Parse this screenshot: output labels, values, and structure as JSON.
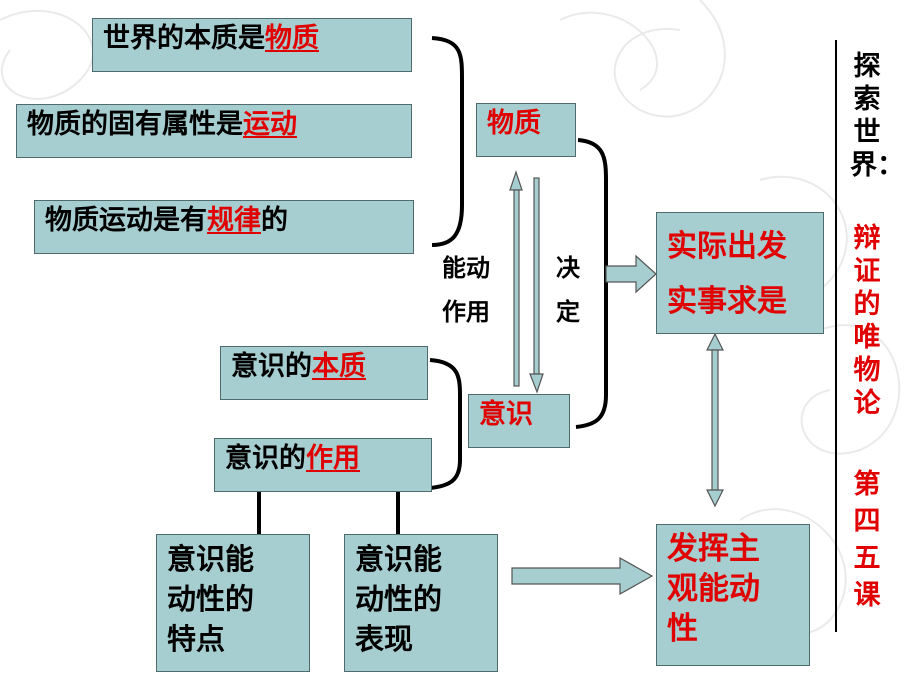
{
  "top_statements": [
    {
      "prefix": "世界的本质是",
      "key": "物质",
      "suffix": ""
    },
    {
      "prefix": "物质的固有属性是",
      "key": "运动",
      "suffix": ""
    },
    {
      "prefix": "物质运动是有",
      "key": "规律",
      "suffix": "的"
    }
  ],
  "consciousness_statements": [
    {
      "prefix": "意识的",
      "key": "本质"
    },
    {
      "prefix": "意识的",
      "key": "作用"
    }
  ],
  "matter_box": "物质",
  "consciousness_box": "意识",
  "active_role_label": [
    "能动",
    "作用"
  ],
  "determine_label": [
    "决",
    "定"
  ],
  "principle_box": [
    "实际出发",
    "实事求是"
  ],
  "initiative_box": [
    "发挥主",
    "观能动",
    "性"
  ],
  "features_box": [
    "意识能",
    "动性的",
    "特点"
  ],
  "manifestations_box": [
    "意识能",
    "动性的",
    "表现"
  ],
  "side_title": "探索世界：",
  "side_subtitle": "辩证的唯物论",
  "side_lessons": "第四五课",
  "colors": {
    "box_fill": "#a6cdcf",
    "highlight": "#e00000",
    "arrow_fill": "#a6cdcf"
  }
}
